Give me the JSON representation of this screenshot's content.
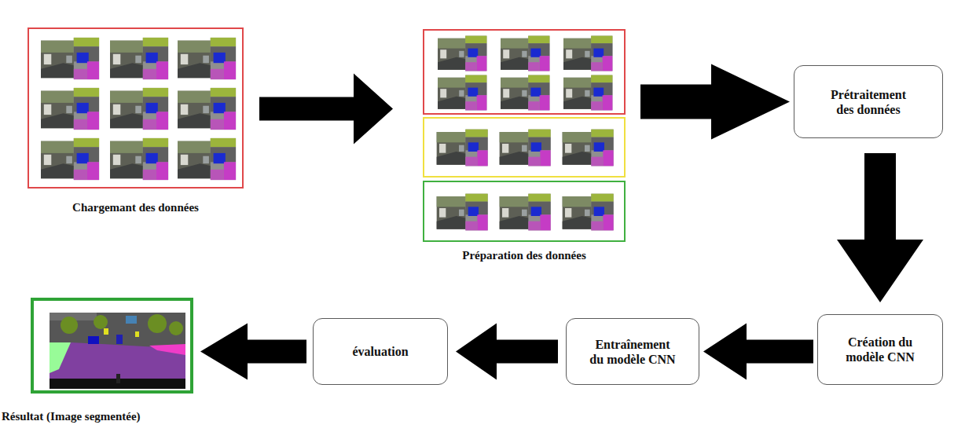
{
  "diagram": {
    "nodes": [
      {
        "text": [
          "Chargemant des données"
        ]
      },
      {
        "text": [
          "Préparation des données"
        ]
      },
      {
        "text": [
          "Prétraitement des données"
        ]
      },
      {
        "text": [
          "Création du modèle CNN"
        ]
      },
      {
        "text": [
          "Entraînement du modèle CNN"
        ]
      },
      {
        "text": [
          "évaluation"
        ]
      },
      {
        "text": [
          "Résultat (Image segmentée)"
        ]
      }
    ],
    "edges": [
      {
        "from": 0,
        "to": 1,
        "arrow": "to"
      },
      {
        "from": 1,
        "to": 2,
        "arrow": "to"
      },
      {
        "from": 2,
        "to": 3,
        "arrow": "to"
      },
      {
        "from": 3,
        "to": 4,
        "arrow": "to"
      },
      {
        "from": 4,
        "to": 5,
        "arrow": "to"
      },
      {
        "from": 5,
        "to": 6,
        "arrow": "to"
      }
    ]
  }
}
